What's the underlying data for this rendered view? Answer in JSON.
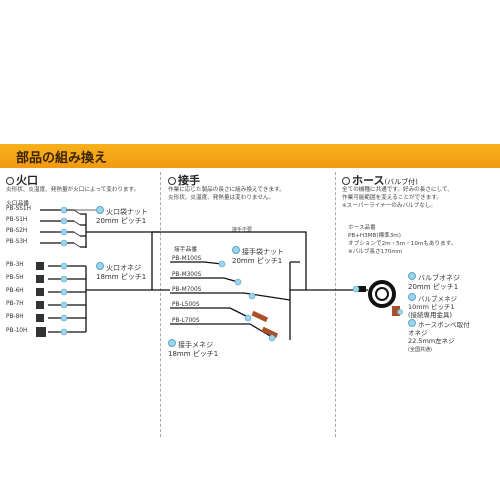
{
  "header": {
    "title": "部品の組み換え"
  },
  "burner": {
    "title": "火口",
    "note": "炎形状、炎温度、発熱量が火口によって変わります。",
    "list_label": "火口品番",
    "items_top": [
      "PB-SS1H",
      "PB-S1H",
      "PB-S2H",
      "PB-S3H"
    ],
    "items_bottom": [
      "PB-3H",
      "PB-5H",
      "PB-6H",
      "PB-7H",
      "PB-8H",
      "PB-10H"
    ],
    "callout_nut_1": "火口袋ナット",
    "callout_nut_2": "20mm ピッチ1",
    "callout_male_1": "火口オネジ",
    "callout_male_2": "18mm ピッチ1"
  },
  "joint": {
    "title": "接手",
    "note_1": "作業に応じた製品の長さに組み換えできます。",
    "note_2": "炎形状、炎温度、発熱量は変わりません。",
    "not_needed": "接手不要",
    "list_label": "接手品番",
    "items": [
      "PB-M100S",
      "PB-M300S",
      "PB-M700S",
      "PB-L500S",
      "PB-L700S"
    ],
    "callout_nut_1": "接手袋ナット",
    "callout_nut_2": "20mm ピッチ1",
    "callout_male_1": "接手メネジ",
    "callout_male_2": "18mm ピッチ1"
  },
  "hose": {
    "title": "ホース",
    "title_suffix": "(バルブ付)",
    "note_1": "全ての機種に共通です。好みの長さにして、",
    "note_2": "作業可能範囲を変えることができます。",
    "note_3": "※スーパーライナーのみバルブなし。",
    "list_label": "ホース品番",
    "model": "PB+H3MB(標準3m)",
    "options": "オプションで2m・5m・10mもあります。",
    "valve_length": "※バルブ長さ170mm",
    "callout_valve_1": "バルブオネジ",
    "callout_valve_2": "20mm ピッチ1",
    "callout_valve_female_1": "バルブメネジ",
    "callout_valve_female_2": "10mm ピッチ1",
    "callout_valve_female_3": "(接続専用金具)",
    "callout_cylinder_1": "ホースボンベ取付",
    "callout_cylinder_2": "オネジ",
    "callout_cylinder_3": "22.5mm左ネジ",
    "callout_cylinder_4": "(全国共通)"
  }
}
